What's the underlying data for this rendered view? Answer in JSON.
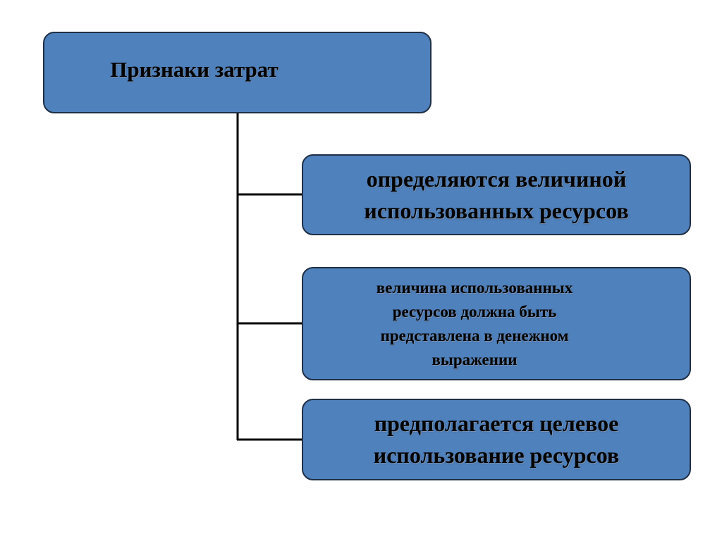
{
  "diagram": {
    "root": {
      "label": "Признаки затрат"
    },
    "children": [
      {
        "label_lines": [
          "определяются величиной",
          "использованных ресурсов"
        ]
      },
      {
        "label_lines": [
          "величина использованных",
          "ресурсов должна быть",
          "представлена в денежном",
          "выражении"
        ]
      },
      {
        "label_lines": [
          "предполагается целевое",
          "использование ресурсов"
        ]
      }
    ],
    "colors": {
      "box_fill": "#4f81bd",
      "box_border": "#1f2f45",
      "connector": "#000000",
      "background": "#ffffff"
    }
  }
}
